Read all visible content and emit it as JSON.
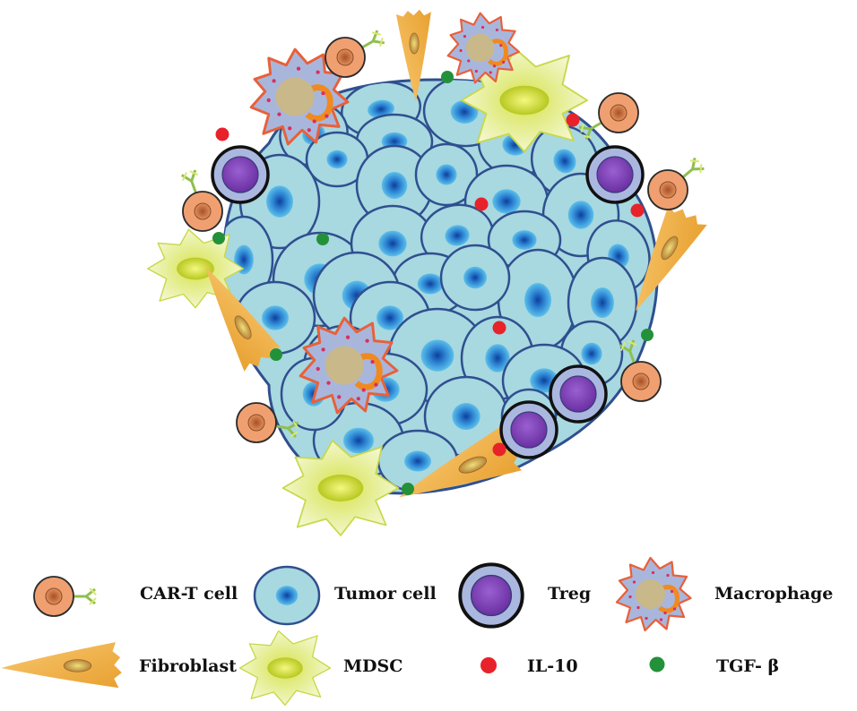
{
  "diagram": {
    "colors": {
      "tumor_fill": "#a8d8e0",
      "tumor_stroke": "#2f4f8f",
      "nucleus_outer": "#4aa8e0",
      "nucleus_inner": "#1e5fb0",
      "cart_fill": "#f0a070",
      "cart_stroke": "#2b2b2b",
      "cart_nucleus": "#c46a3a",
      "receptor": "#8fbf4f",
      "treg_outer": "#aab8e0",
      "treg_inner": "#7a3fb0",
      "treg_ring": "#111111",
      "macrophage_fill": "#a9b6dc",
      "macrophage_stroke": "#e8603a",
      "macrophage_nucleus": "#c8b88a",
      "macrophage_accent": "#f08a20",
      "fibroblast_fill": "#f2b24a",
      "fibroblast_nucleus": "#d09a5a",
      "mdsc_fill": "#e4ee9a",
      "mdsc_nucleus": "#c6d430",
      "il10": "#e8222a",
      "tgfb": "#23913a"
    }
  },
  "legend": {
    "items": [
      {
        "key": "cart",
        "label": "CAR-T cell"
      },
      {
        "key": "tumor",
        "label": "Tumor cell"
      },
      {
        "key": "treg",
        "label": "Treg"
      },
      {
        "key": "macrophage",
        "label": "Macrophage"
      },
      {
        "key": "fibroblast",
        "label": "Fibroblast"
      },
      {
        "key": "mdsc",
        "label": "MDSC"
      },
      {
        "key": "il10",
        "label": "IL-10"
      },
      {
        "key": "tgfb",
        "label": "TGF- β"
      }
    ]
  }
}
